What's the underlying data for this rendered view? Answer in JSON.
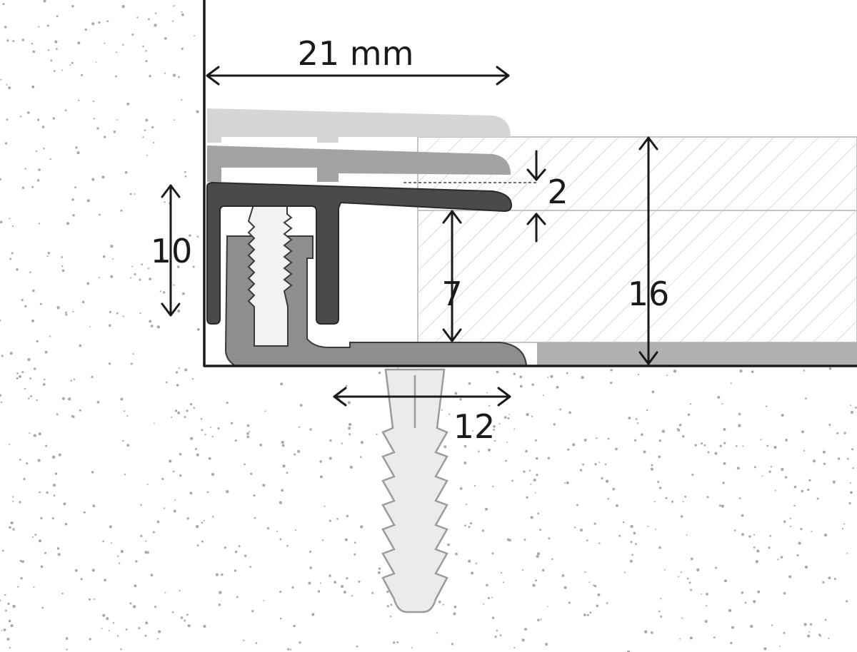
{
  "colors": {
    "background": "#ffffff",
    "concrete_speckle": "#a8a8a8",
    "wall_line": "#1a1a1a",
    "profile_dark": "#4a4a4a",
    "profile_medium": "#a3a3a3",
    "profile_light": "#d6d6d6",
    "base_profile": "#8e8e8e",
    "screw_fill": "#f2f2f2",
    "dowel_fill": "#ebebeb",
    "dowel_stroke": "#9b9b9b",
    "floor_hatch": "#c4c4c4",
    "underlay": "#b0b0b0",
    "dimension": "#1a1a1a"
  },
  "dimensions": {
    "width_top": "21 mm",
    "gap": "2",
    "height_left": "10",
    "floor_height": "7",
    "total_height": "16",
    "base_width": "12"
  }
}
